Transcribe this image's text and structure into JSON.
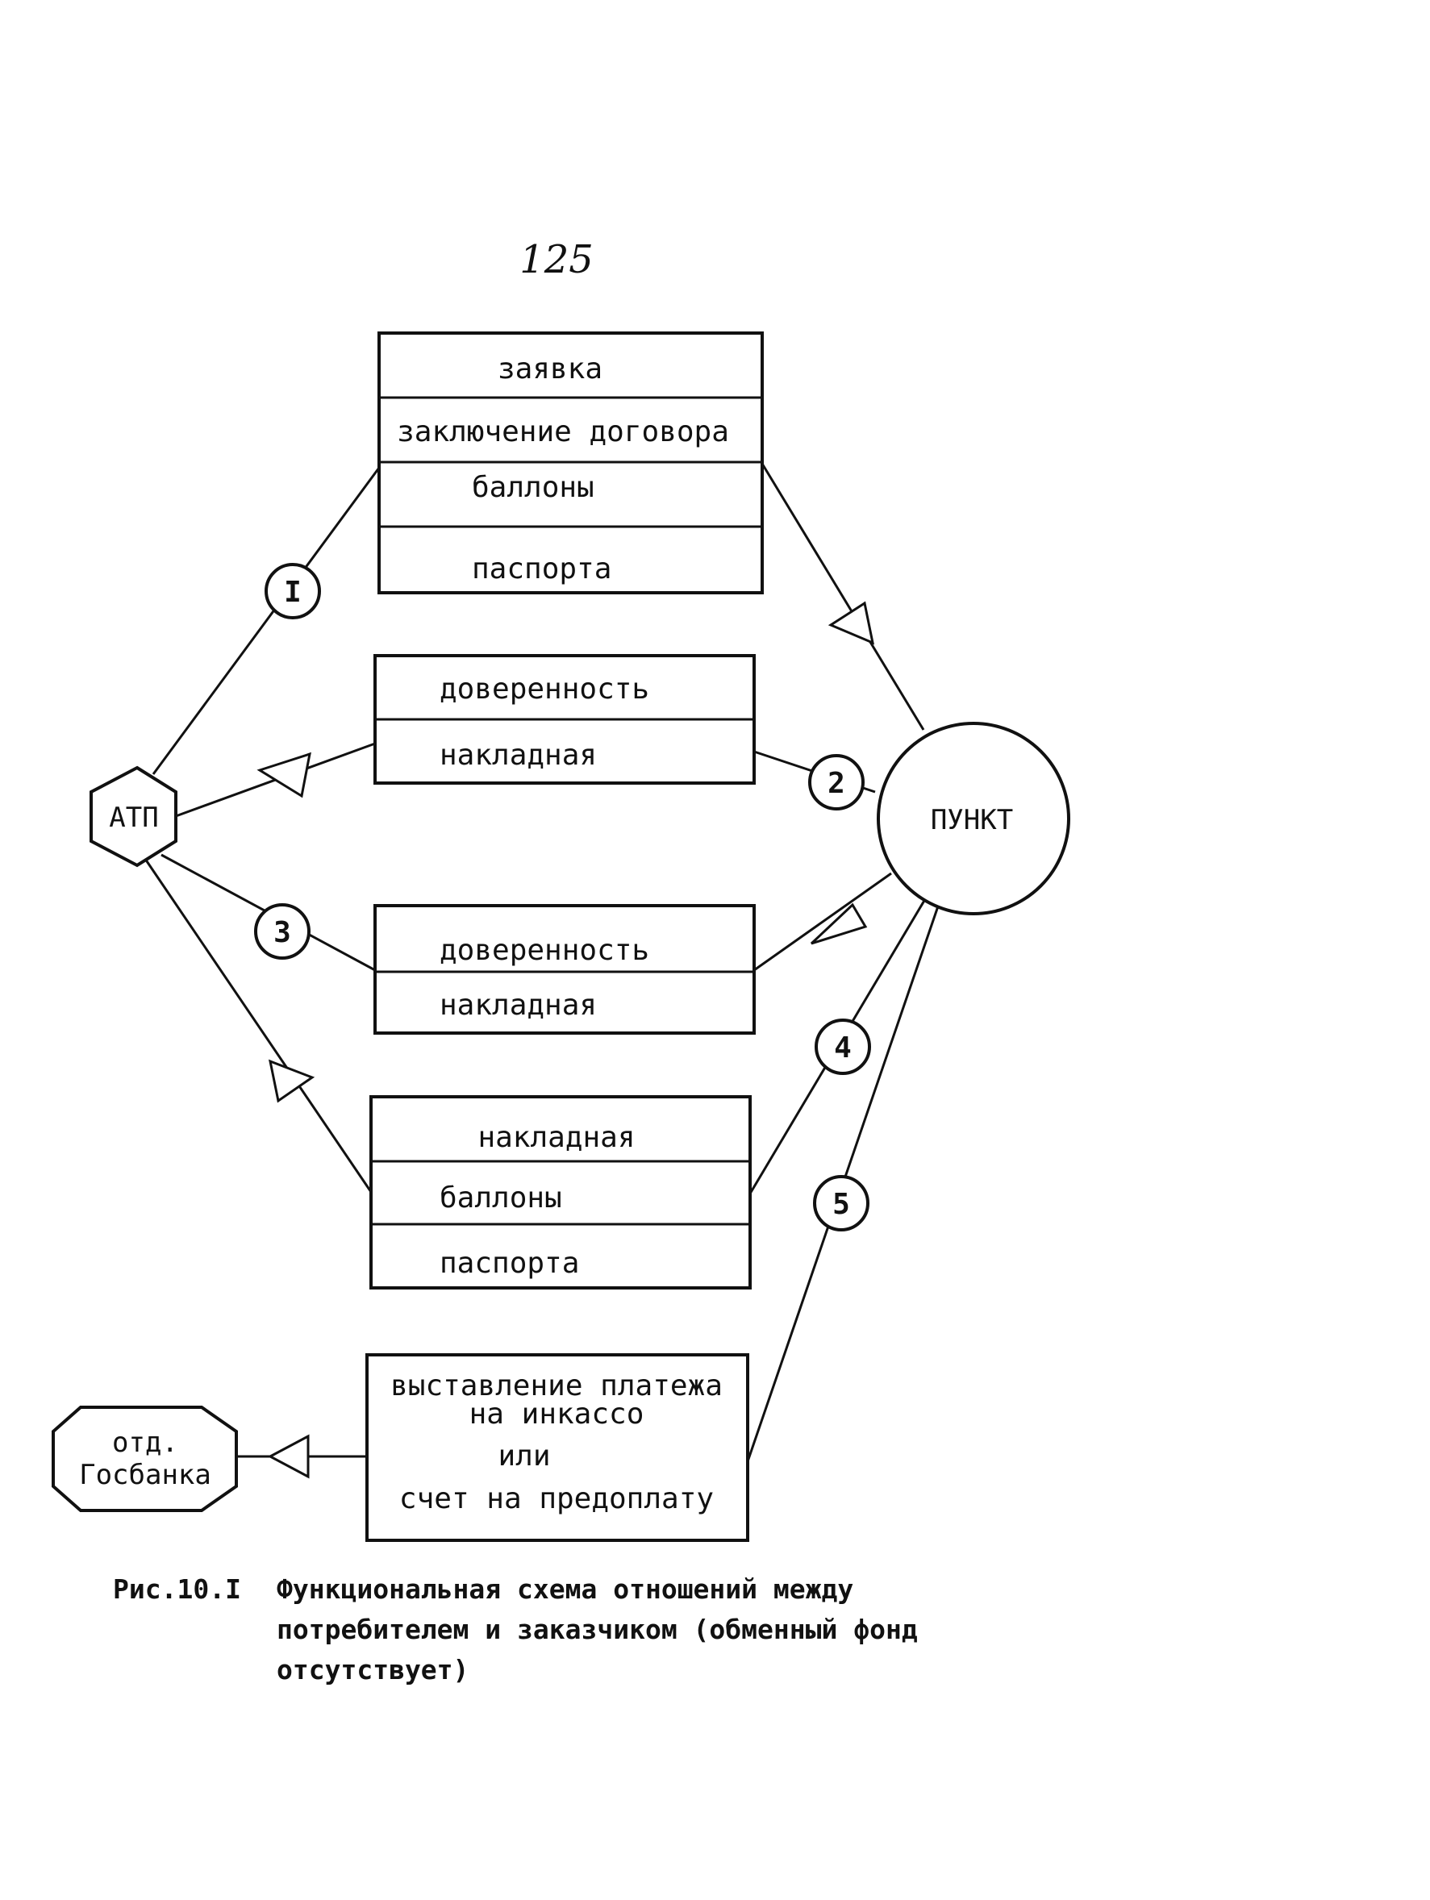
{
  "page_number": "125",
  "nodes": {
    "atp": "АТП",
    "punkt": "ПУНКТ",
    "bank_line1": "отд.",
    "bank_line2": "Госбанка"
  },
  "flows": {
    "f1": {
      "number": "I",
      "rows": [
        "заявка",
        "заключение договора",
        "баллоны",
        "паспорта"
      ]
    },
    "f2": {
      "number": "2",
      "rows": [
        "доверенность",
        "накладная"
      ]
    },
    "f3": {
      "number": "3",
      "rows": [
        "доверенность",
        "накладная"
      ]
    },
    "f4": {
      "number": "4",
      "rows": [
        "накладная",
        "баллоны",
        "паспорта"
      ]
    },
    "f5": {
      "number": "5",
      "rows": [
        "выставление платежа",
        "на инкассо",
        "или",
        "счет на предоплату"
      ]
    }
  },
  "caption": {
    "label": "Рис.10.I",
    "line1": "Функциональная схема отношений между",
    "line2": "потребителем и заказчиком (обменный фонд",
    "line3": "отсутствует)"
  }
}
